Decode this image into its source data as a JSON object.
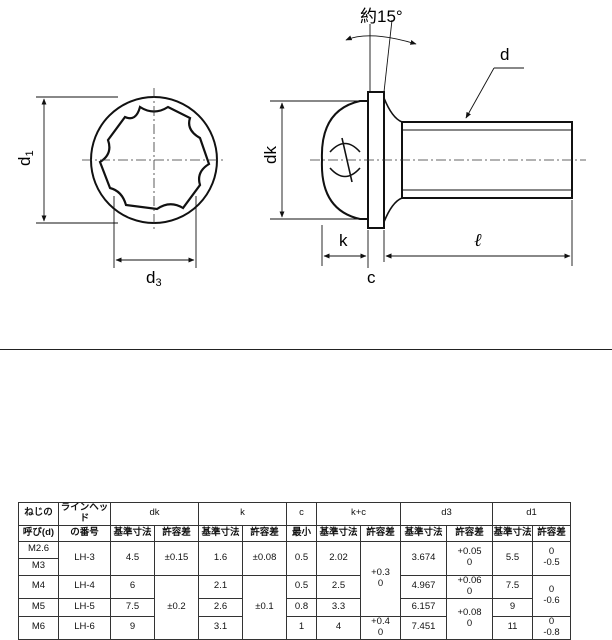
{
  "drawing": {
    "labels": {
      "angle": "約15°",
      "d": "d",
      "d1": "d",
      "d1_sub": "1",
      "d3": "d",
      "d3_sub": "3",
      "dk": "dk",
      "k": "k",
      "c": "c",
      "l": "ℓ"
    }
  },
  "table": {
    "header1": {
      "thread": "ねじの",
      "linehead": "ラインヘッド",
      "dk": "dk",
      "k": "k",
      "c": "c",
      "kc": "k+c",
      "d3": "d3",
      "d1": "d1"
    },
    "header2": {
      "thread": "呼び(d)",
      "linehead": "の番号",
      "dk_base": "基準寸法",
      "dk_tol": "許容差",
      "k_base": "基準寸法",
      "k_tol": "許容差",
      "c_min": "最小",
      "kc_base": "基準寸法",
      "kc_tol": "許容差",
      "d3_base": "基準寸法",
      "d3_tol": "許容差",
      "d1_base": "基準寸法",
      "d1_tol": "許容差"
    },
    "rows": {
      "m26": "M2.6",
      "m3": "M3",
      "m4": "M4",
      "m5": "M5",
      "m6": "M6"
    },
    "cells": {
      "lh3": "LH-3",
      "lh4": "LH-4",
      "lh5": "LH-5",
      "lh6": "LH-6",
      "dk3": "4.5",
      "dk4": "6",
      "dk5": "7.5",
      "dk6": "9",
      "dk_tol1": "±0.15",
      "dk_tol2": "±0.2",
      "k3": "1.6",
      "k4": "2.1",
      "k5": "2.6",
      "k6": "3.1",
      "k_tol1": "±0.08",
      "k_tol2": "±0.1",
      "c3": "0.5",
      "c4": "0.5",
      "c5": "0.8",
      "c6": "1",
      "kc3": "2.02",
      "kc4": "2.5",
      "kc5": "3.3",
      "kc6": "4",
      "kc_tol1_a": "+0.3",
      "kc_tol1_b": "0",
      "kc_tol2_a": "+0.4",
      "kc_tol2_b": "0",
      "d3_3": "3.674",
      "d3_4": "4.967",
      "d3_5": "6.157",
      "d3_6": "7.451",
      "d3_tol1_a": "+0.05",
      "d3_tol1_b": "0",
      "d3_tol2_a": "+0.06",
      "d3_tol2_b": "0",
      "d3_tol3_a": "+0.08",
      "d3_tol3_b": "0",
      "d1_3": "5.5",
      "d1_4": "7.5",
      "d1_5": "9",
      "d1_6": "11",
      "d1_tol1_a": "0",
      "d1_tol1_b": "-0.5",
      "d1_tol2_a": "0",
      "d1_tol2_b": "-0.6",
      "d1_tol3_a": "0",
      "d1_tol3_b": "-0.8"
    }
  }
}
